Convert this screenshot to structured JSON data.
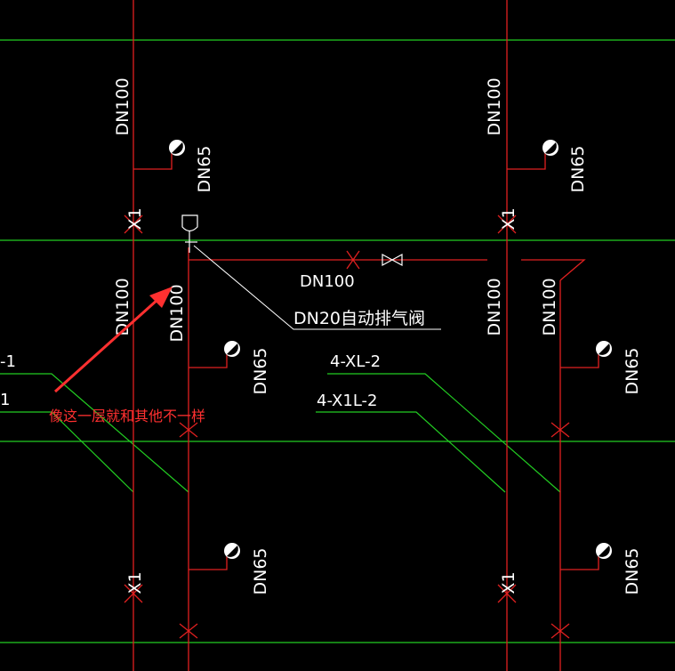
{
  "colors": {
    "background": "#000000",
    "floor_line": "#22cc22",
    "pipe": "#e02020",
    "text": "#ffffff",
    "annotation": "#ff3030"
  },
  "labels": {
    "dn100": "DN100",
    "dn65": "DN65",
    "x1": "X1",
    "dn100_horizontal": "DN100",
    "air_valve": "DN20自动排气阀",
    "xl2": "4-XL-2",
    "x1l2": "4-X1L-2",
    "left_cut_top": "-1",
    "left_cut_bottom": "1"
  },
  "annotation": {
    "text": "像这一层就和其他不一样"
  }
}
